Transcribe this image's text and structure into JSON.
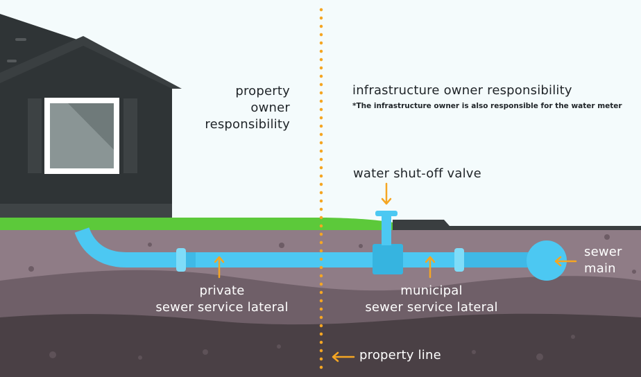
{
  "labels": {
    "property_owner": [
      "property",
      "owner",
      "responsibility"
    ],
    "infrastructure_owner": "infrastructure owner responsibility",
    "water_meter_note": "*The infrastructure owner is also responsible for the water meter",
    "shutoff_valve": "water shut-off valve",
    "sewer_main": [
      "sewer",
      "main"
    ],
    "private_lateral": [
      "private",
      "sewer service lateral"
    ],
    "municipal_lateral": [
      "municipal",
      "sewer service lateral"
    ],
    "property_line": "property line"
  },
  "colors": {
    "sky": "#f4fbfc",
    "house": "#2f3436",
    "roof": "#3a3f41",
    "grass": "#5cc93a",
    "pavement": "#3a3e40",
    "soil_top": "#8f7c86",
    "soil_mid": "#6f5f68",
    "soil_deep": "#4a4045",
    "pipe": "#4cc8f2",
    "pipe_dark": "#36b4e0",
    "pipe_light": "#8fe4fb",
    "property_line": "#f5a623",
    "arrow": "#f5a623"
  }
}
